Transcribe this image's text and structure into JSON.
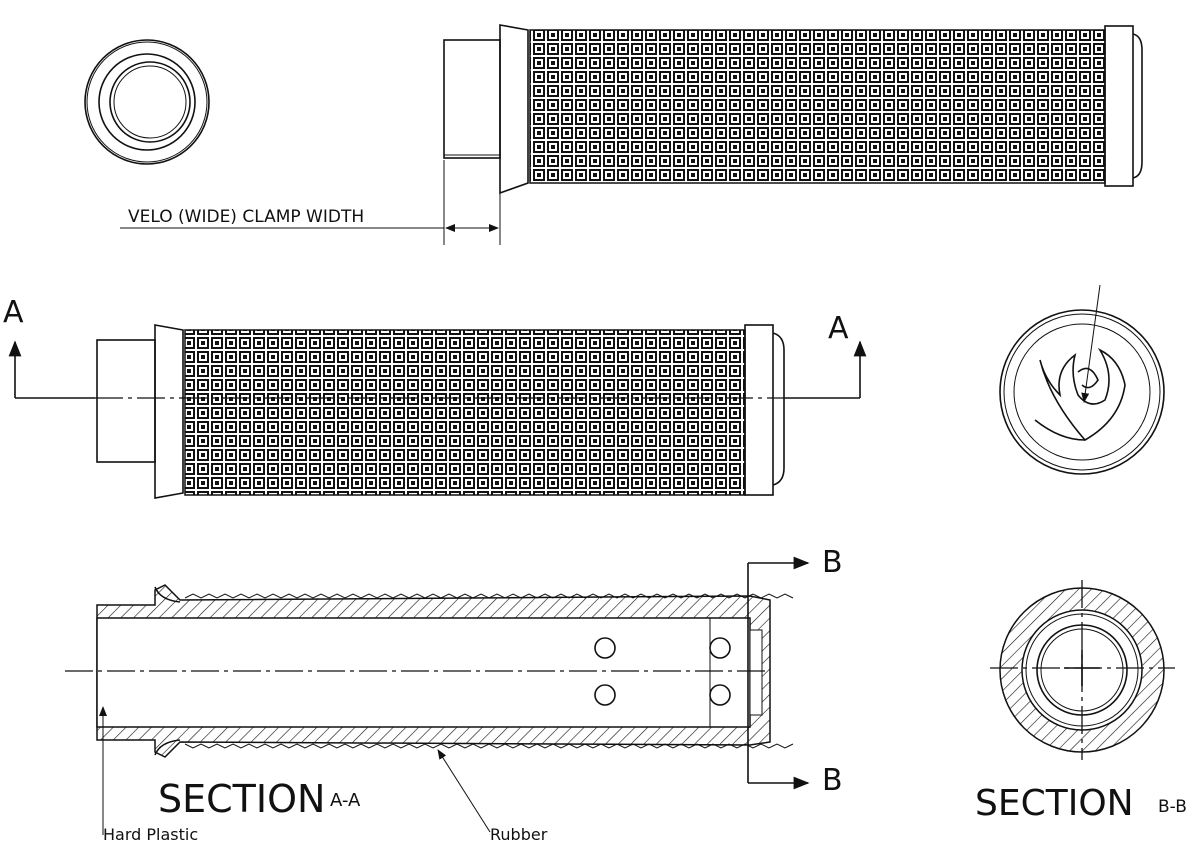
{
  "drawing": {
    "clamp_dimension_label": "VELO (WIDE) CLAMP WIDTH",
    "section_a_marker_left": "A",
    "section_a_marker_right": "A",
    "section_b_marker_top": "B",
    "section_b_marker_bottom": "B",
    "section_aa_title": "SECTION",
    "section_aa_id": "A-A",
    "section_bb_title": "SECTION",
    "section_bb_id": "B-B",
    "callout_hard_plastic": "Hard Plastic",
    "callout_rubber": "Rubber"
  },
  "colors": {
    "line": "#111111",
    "paper": "#ffffff"
  }
}
